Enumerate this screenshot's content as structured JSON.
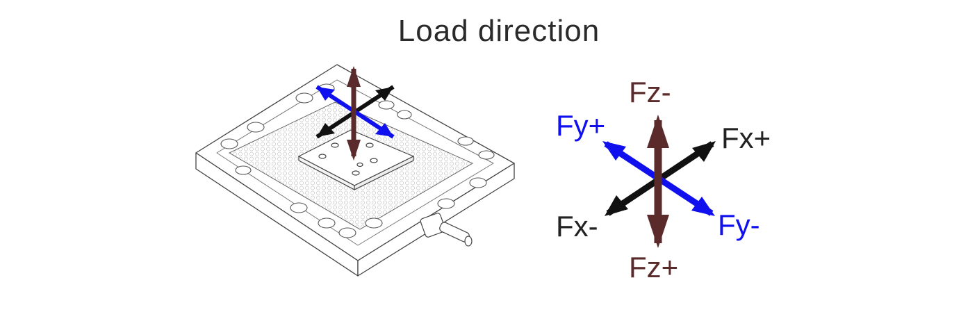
{
  "title": "Load direction",
  "colors": {
    "fz": "#5b2b2b",
    "fy": "#1010ee",
    "fx": "#111111",
    "line": "#444444",
    "mesh": "#cfcfcf"
  },
  "labels": {
    "fz_minus": "Fz-",
    "fz_plus": "Fz+",
    "fy_plus": "Fy+",
    "fy_minus": "Fy-",
    "fx_plus": "Fx+",
    "fx_minus": "Fx-"
  }
}
